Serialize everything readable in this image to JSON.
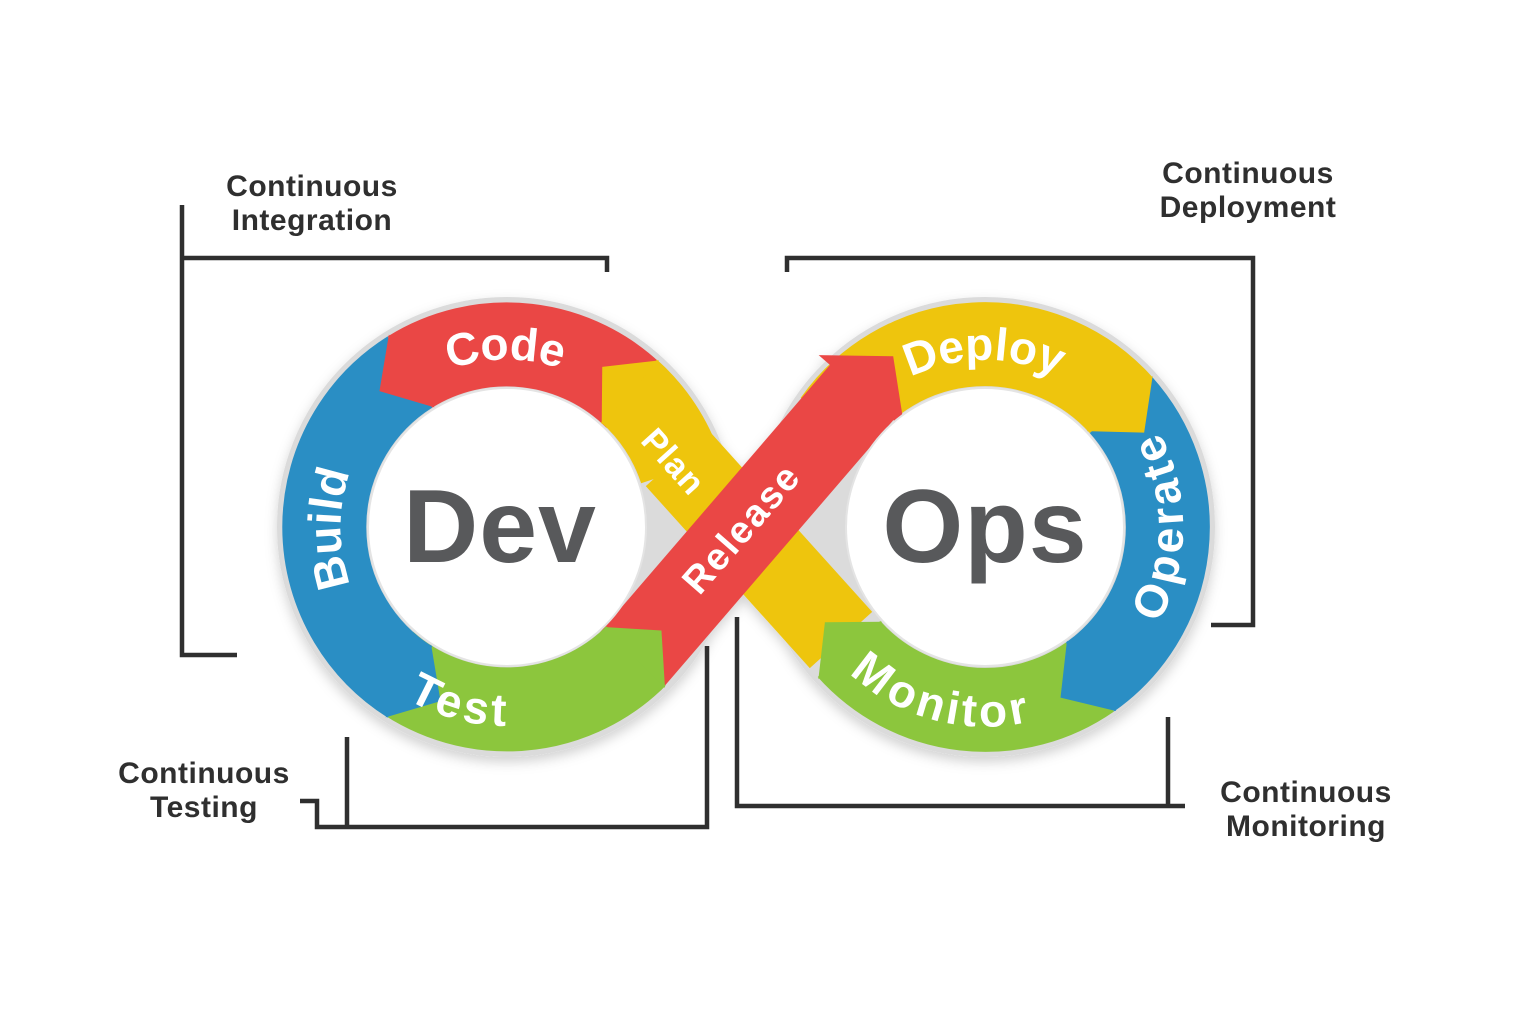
{
  "labels": {
    "dev": "Dev",
    "ops": "Ops",
    "build": "Build",
    "code": "Code",
    "plan": "Plan",
    "test": "Test",
    "release": "Release",
    "deploy": "Deploy",
    "operate": "Operate",
    "monitor": "Monitor"
  },
  "annotations": {
    "integration": {
      "line1": "Continuous",
      "line2": "Integration"
    },
    "deployment": {
      "line1": "Continuous",
      "line2": "Deployment"
    },
    "testing": {
      "line1": "Continuous",
      "line2": "Testing"
    },
    "monitoring": {
      "line1": "Continuous",
      "line2": "Monitoring"
    }
  },
  "colors": {
    "blue": "#2B8EC4",
    "red": "#EA4745",
    "yellow": "#EEC50B",
    "green": "#8CC63E",
    "ring_base": "#DBDBDB",
    "inner_edge": "#E4E4E4",
    "white": "#FFFFFF",
    "center_text": "#58595B",
    "label_text": "#FFFFFF",
    "bracket": "#2F2F2F",
    "annotation_text": "#2F2F2F",
    "background": "#FFFFFF"
  }
}
